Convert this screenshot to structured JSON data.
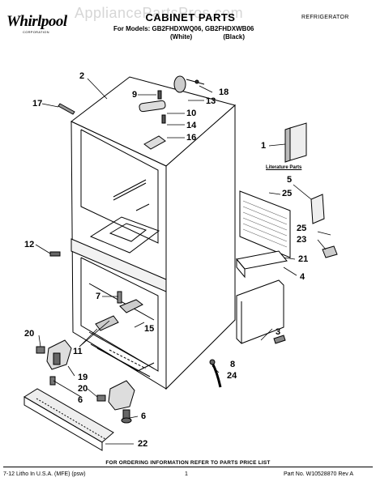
{
  "brand": {
    "name": "Whirlpool",
    "sub": "CORPORATION"
  },
  "watermark": "AppliancePartsPros.com",
  "header": {
    "title": "CABINET PARTS",
    "models_line": "For Models: GB2FHDXWQ06, GB2FHDXWB06",
    "variant_white": "(White)",
    "variant_black": "(Black)",
    "appliance": "REFRIGERATOR"
  },
  "literature_label": "Literature Parts",
  "callouts": {
    "c1": "1",
    "c2": "2",
    "c3": "3",
    "c4": "4",
    "c5": "5",
    "c6a": "6",
    "c6b": "6",
    "c7": "7",
    "c8": "8",
    "c9": "9",
    "c10": "10",
    "c11": "11",
    "c12": "12",
    "c13": "13",
    "c14": "14",
    "c15": "15",
    "c16": "16",
    "c17": "17",
    "c18": "18",
    "c19": "19",
    "c20a": "20",
    "c20b": "20",
    "c21": "21",
    "c22": "22",
    "c23": "23",
    "c24": "24",
    "c25a": "25",
    "c25b": "25"
  },
  "footer": {
    "note": "FOR ORDERING INFORMATION REFER TO PARTS PRICE LIST",
    "left": "7-12 Litho In U.S.A. (MFE) (psw)",
    "center": "1",
    "right": "Part No. W10528870 Rev A"
  }
}
